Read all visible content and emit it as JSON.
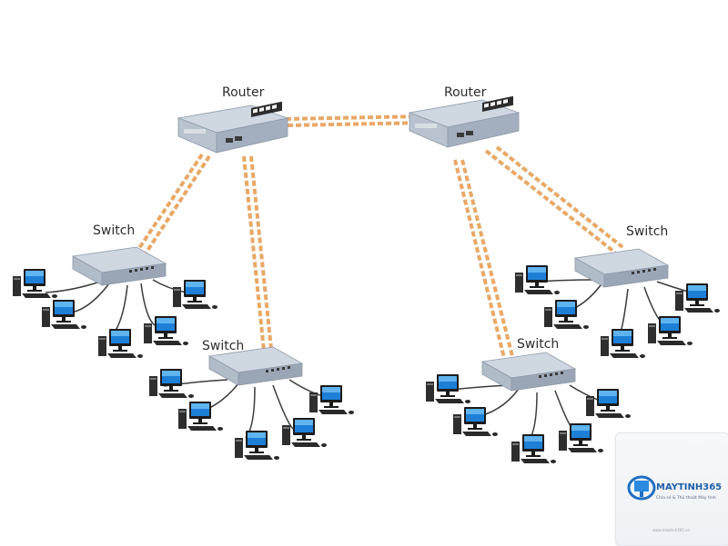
{
  "diagram": {
    "routers": [
      {
        "id": "router-left",
        "label": "Router"
      },
      {
        "id": "router-right",
        "label": "Router"
      }
    ],
    "switches": [
      {
        "id": "switch-1",
        "label": "Switch"
      },
      {
        "id": "switch-2",
        "label": "Switch"
      },
      {
        "id": "switch-3",
        "label": "Switch"
      },
      {
        "id": "switch-4",
        "label": "Switch"
      }
    ],
    "link_color": "#e8a866",
    "cable_color": "#3c3c3c",
    "device_color": "#b7c2d0"
  },
  "watermark": {
    "brand": "MAYTINH365",
    "tagline": "Chia sẻ & Thủ thuật Máy tính",
    "url": "www.maytinh365.vn"
  }
}
